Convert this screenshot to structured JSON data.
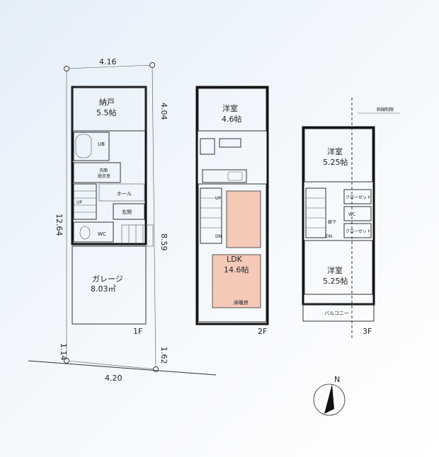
{
  "site": {
    "dim_top": "4.16",
    "dim_bottom": "4.20",
    "dim_left": "12.64",
    "dim_right_upper": "4.04",
    "dim_right_lower": "8.59",
    "dim_left_bottom": "1.14",
    "dim_right_bottom": "1.62"
  },
  "floor1": {
    "label": "1F",
    "storage_name": "納戸",
    "storage_size": "5.5帖",
    "ub": "UB",
    "washroom_1": "洗面",
    "washroom_2": "脱衣室",
    "hall": "ホール",
    "entrance": "玄関",
    "wc": "WC",
    "garage_name": "ガレージ",
    "garage_size": "8.03㎡",
    "up": "UP"
  },
  "floor2": {
    "label": "2F",
    "room_name": "洋室",
    "room_size": "4.6帖",
    "ldk_name": "LDK",
    "ldk_size": "14.6帖",
    "floor_heating": "床暖房",
    "dn": "DN",
    "up": "UP"
  },
  "floor3": {
    "label": "3F",
    "room_top_name": "洋室",
    "room_top_size": "5.25帖",
    "room_bottom_name": "洋室",
    "room_bottom_size": "5.25帖",
    "closet": "クローゼット",
    "wc": "WC",
    "hall": "廊下",
    "balcony": "バルコニー",
    "dn": "DN",
    "note": "斜線制限"
  },
  "compass": {
    "north": "N"
  },
  "colors": {
    "floor_heating": "#f4c9b8",
    "wall": "#111111",
    "background": "#e9f1fa"
  }
}
